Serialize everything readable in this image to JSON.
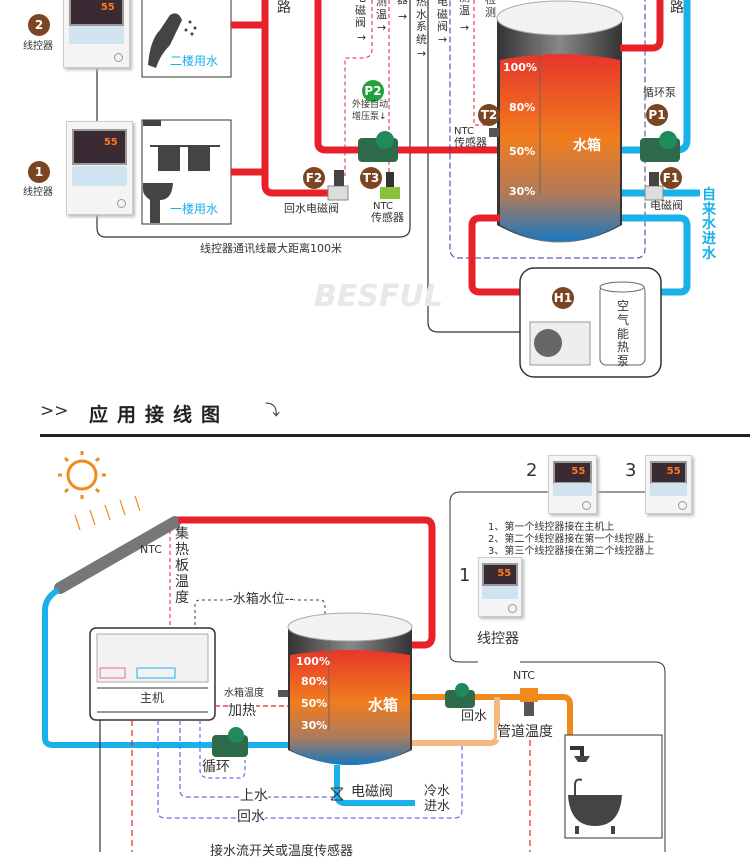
{
  "top_diagram": {
    "controller_2": {
      "badge": "2",
      "label": "线控器",
      "display": "55"
    },
    "controller_1": {
      "badge": "1",
      "label": "线控器",
      "display": "55"
    },
    "second_floor": "二楼用水",
    "first_floor": "一楼用水",
    "comm_line_note": "线控器通讯线最大距离100米",
    "top_labels": {
      "left_road": "路",
      "right_road": "路",
      "valve_a": "电磁阀",
      "temp_a": "测温",
      "sensor_a": "器",
      "hot_water_system": "热水系统",
      "valve_b": "电磁阀",
      "temp_b": "测温",
      "detect": "检测",
      "arrow": "→"
    },
    "p2": {
      "badge": "P2",
      "label_line1": "外接自动",
      "label_line2": "增压泵↓"
    },
    "f2": {
      "badge": "F2",
      "label": "回水电磁阀"
    },
    "t3": {
      "badge": "T3",
      "label_line1": "NTC",
      "label_line2": "传感器"
    },
    "t2": {
      "badge": "T2",
      "label_line1": "NTC",
      "label_line2": "传感器"
    },
    "tank": {
      "label": "水箱",
      "levels": [
        "100%",
        "80%",
        "50%",
        "30%"
      ]
    },
    "p1": {
      "badge": "P1",
      "label": "循环泵"
    },
    "f1": {
      "badge": "F1",
      "label": "电磁阀"
    },
    "tap_water_inlet": "自来水进水",
    "h1": {
      "badge": "H1",
      "label": "空气能热泵"
    },
    "watermark": "BESFUL"
  },
  "section_header": {
    "prefix": ">>",
    "title": "应用接线图",
    "suffix": "⤵"
  },
  "bottom_diagram": {
    "collector_ntc": "NTC",
    "collector_temp": "集热板温度",
    "tank_level": "-水箱水位--",
    "host": "主机",
    "tank_temp": "水箱温度",
    "heating": "加热",
    "circulation": "循环",
    "tank": {
      "label": "水箱",
      "levels": [
        "100%",
        "80%",
        "50%",
        "30%"
      ]
    },
    "return_water_pump": "回水",
    "pipe_ntc": "NTC",
    "pipe_temp": "管道温度",
    "inlet_valve": "电磁阀",
    "cold_water_inlet": "冷水进水",
    "fill_water": "上水",
    "return_water": "回水",
    "controllers": [
      {
        "number": "1",
        "display": "55"
      },
      {
        "number": "2",
        "display": "55"
      },
      {
        "number": "3",
        "display": "55"
      }
    ],
    "controller_label": "线控器",
    "notes": [
      "1、第一个线控器接在主机上",
      "2、第二个线控器接在第一个线控器上",
      "3、第三个线控器接在第二个线控器上"
    ],
    "bottom_note": "接水流开关或温度传感器"
  },
  "colors": {
    "hot_pipe": "#e8202a",
    "cold_pipe": "#1ab0ea",
    "badge": "#7a4520",
    "badge_green": "#1fa33a",
    "orange_pipe": "#f08a1e",
    "dashed_blue": "#5a5ae0"
  }
}
